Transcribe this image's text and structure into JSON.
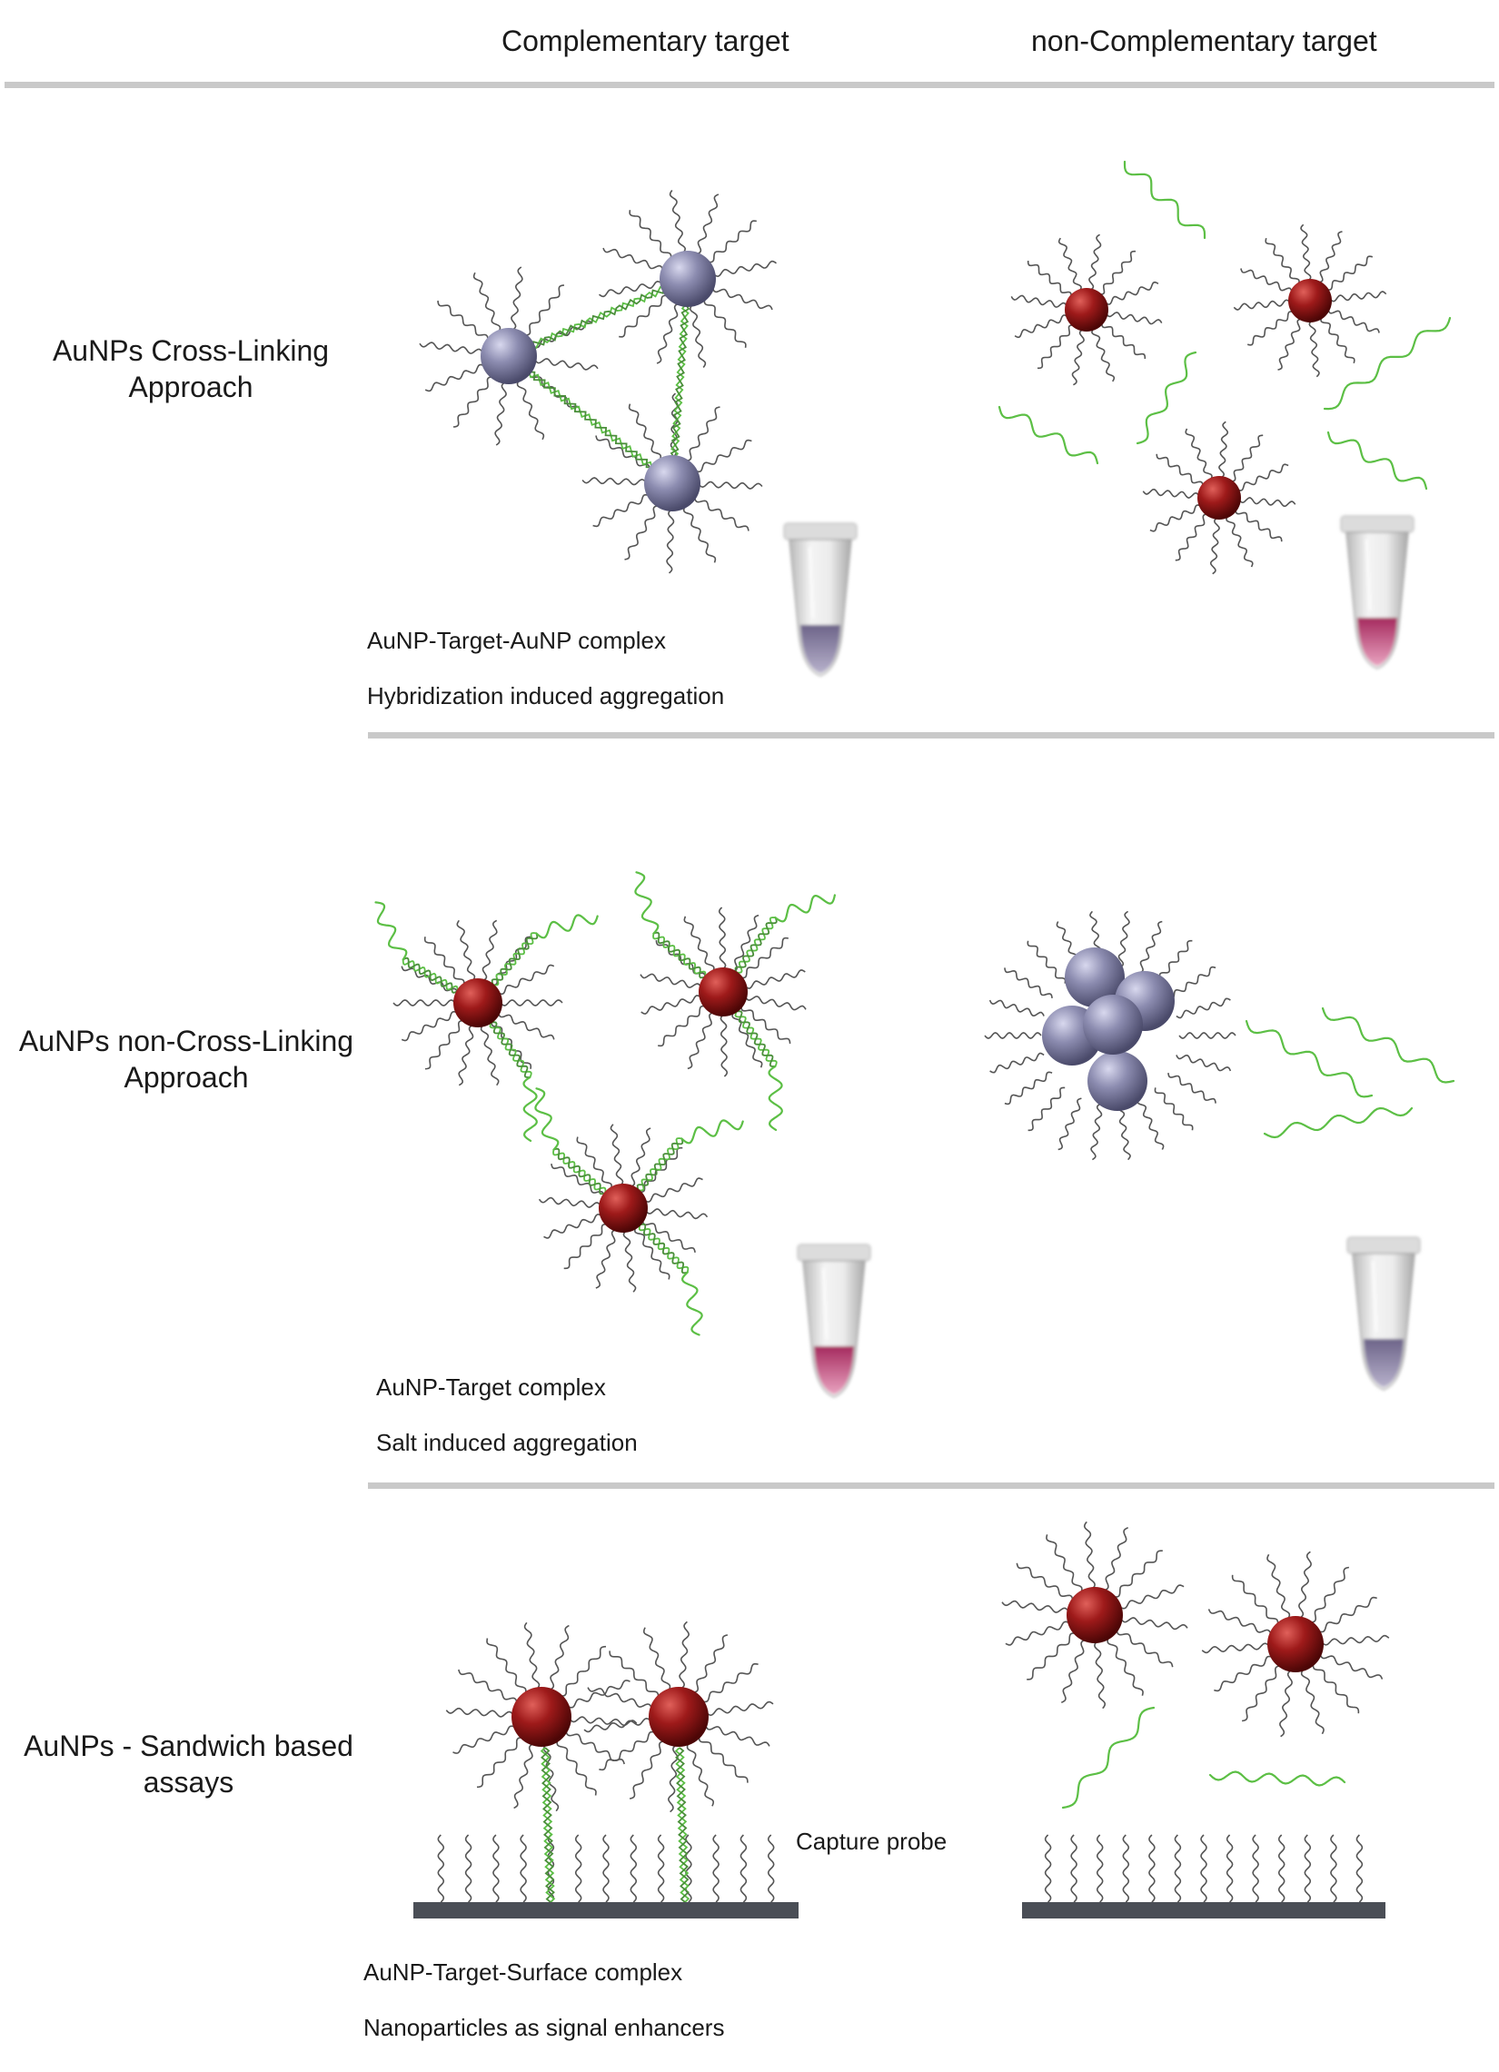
{
  "header": {
    "col_complementary": "Complementary target",
    "col_noncomplementary": "non-Complementary target"
  },
  "rows": [
    {
      "title_line1": "AuNPs Cross-Linking",
      "title_line2": "Approach",
      "caption1": "AuNP-Target-AuNP complex",
      "caption2": "Hybridization induced aggregation"
    },
    {
      "title_line1": "AuNPs non-Cross-Linking",
      "title_line2": "Approach",
      "caption1": "AuNP-Target complex",
      "caption2": "Salt induced aggregation"
    },
    {
      "title_line1": "AuNPs - Sandwich based",
      "title_line2": "assays",
      "caption1": "AuNP-Target-Surface complex",
      "caption2": "Nanoparticles as signal enhancers",
      "annotation": "Capture probe"
    }
  ],
  "colors": {
    "aggregated_particle": "#8c8cb0",
    "dispersed_particle": "#9e1a1a",
    "target_strand": "#5cbf45",
    "ligand": "#555555",
    "divider": "#c9c9c9",
    "surface": "#4a4e56",
    "tube_purple": "#8e86a6",
    "tube_red": "#c3457a"
  }
}
